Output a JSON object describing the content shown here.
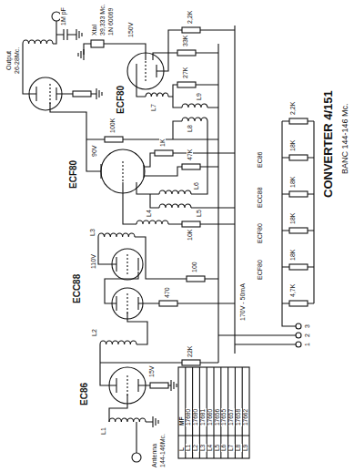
{
  "diagram": {
    "title": "CONVERTER 4/151",
    "caption": "BANC 144-146 Mc.",
    "labels": [
      "Antenna",
      "144-146Mc.",
      "L1",
      "EC86",
      "L2",
      "15V",
      "22K",
      "ECC88",
      "110V",
      "L3",
      "470",
      "100",
      "L4",
      "10K",
      "ECF80",
      "90V",
      "L5",
      "L6",
      "1K",
      "47K",
      "100K",
      "Output",
      "26-28Mc.",
      "1M pF",
      "ECF80",
      "Xtal",
      "39,333 Mc.",
      "1N 60069",
      "27K",
      "33K",
      "L7",
      "L8",
      "L9",
      "150V",
      "2,2K",
      "170V - 50mA",
      "ECF80",
      "18K",
      "ECF80",
      "18K",
      "ECC88",
      "18K",
      "EC86",
      "18K",
      "4,7K",
      "2,2K",
      "1",
      "2",
      "3",
      "L",
      "MF",
      "L1",
      "17680",
      "L2",
      "17680",
      "L3",
      "17681",
      "L4",
      "17660",
      "L5",
      "17656",
      "L6",
      "17655",
      "L7",
      "17657",
      "L8",
      "17658",
      "L9",
      "17662"
    ]
  }
}
